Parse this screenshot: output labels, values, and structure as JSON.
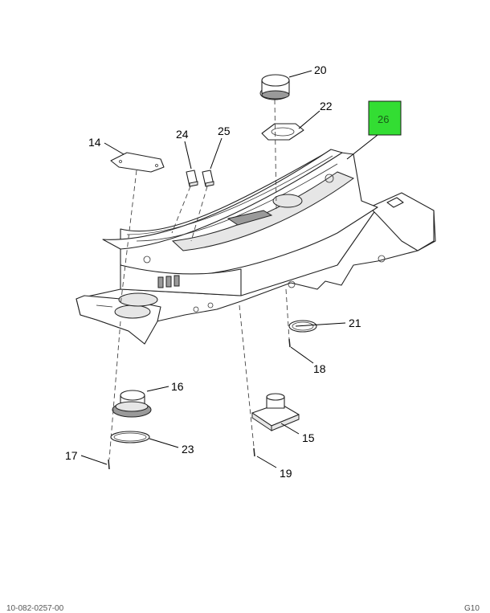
{
  "labels": {
    "p14": "14",
    "p15": "15",
    "p16": "16",
    "p17": "17",
    "p18": "18",
    "p19": "19",
    "p20": "20",
    "p21": "21",
    "p22": "22",
    "p23": "23",
    "p24": "24",
    "p25": "25",
    "p26": "26"
  },
  "highlight": {
    "label": "26",
    "color": "#33dd33"
  },
  "footer": {
    "left": "10-082-0257-00",
    "right": "G10"
  }
}
